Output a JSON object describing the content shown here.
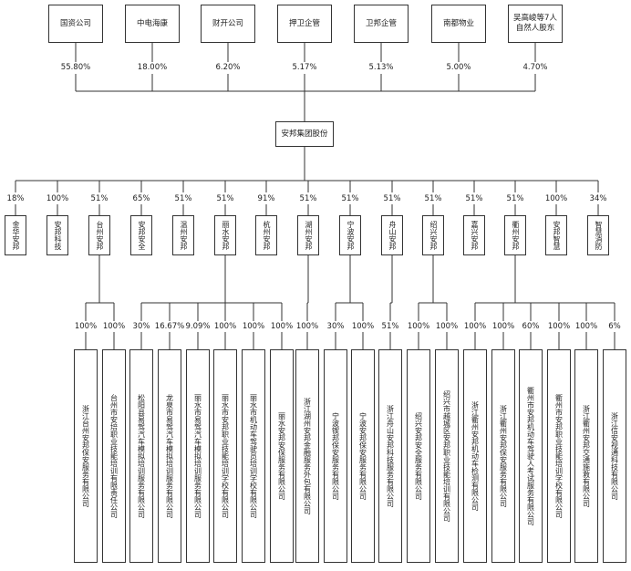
{
  "shareholders": [
    {
      "name": "国资公司",
      "pct": "55.80%"
    },
    {
      "name": "中电海康",
      "pct": "18.00%"
    },
    {
      "name": "财开公司",
      "pct": "6.20%"
    },
    {
      "name": "押卫企管",
      "pct": "5.17%"
    },
    {
      "name": "卫邦企管",
      "pct": "5.13%"
    },
    {
      "name": "南都物业",
      "pct": "5.00%"
    },
    {
      "name": "吴高峻等7人\n自然人股东",
      "pct": "4.70%"
    }
  ],
  "parent": {
    "name": "安邦集团股份"
  },
  "subsidiaries": [
    {
      "name": "金华安邦",
      "pct": "18%"
    },
    {
      "name": "安邦科技",
      "pct": "100%"
    },
    {
      "name": "台州安邦",
      "pct": "51%"
    },
    {
      "name": "安邦安全",
      "pct": "65%"
    },
    {
      "name": "温州安邦",
      "pct": "51%"
    },
    {
      "name": "丽水安邦",
      "pct": "51%"
    },
    {
      "name": "杭州安邦",
      "pct": "91%"
    },
    {
      "name": "湖州安邦",
      "pct": "51%"
    },
    {
      "name": "宁波安邦",
      "pct": "51%"
    },
    {
      "name": "舟山安邦",
      "pct": "51%"
    },
    {
      "name": "绍兴安邦",
      "pct": "51%"
    },
    {
      "name": "嘉兴安邦",
      "pct": "51%"
    },
    {
      "name": "衢州安邦",
      "pct": "51%"
    },
    {
      "name": "安邦智慧",
      "pct": "100%"
    },
    {
      "name": "智慧消防",
      "pct": "34%"
    }
  ],
  "second_level": [
    {
      "name": "浙江台州安邦保安服务有限公司",
      "pct": "100%",
      "parent": 2
    },
    {
      "name": "台州市安培职业技能培训有限责任公司",
      "pct": "100%",
      "parent": 2
    },
    {
      "name": "松阳县易驾汽车模拟培训服务有限公司",
      "pct": "30%",
      "parent": 5
    },
    {
      "name": "龙泉市易驾汽车模拟培训服务有限公司",
      "pct": "16.67%",
      "parent": 5
    },
    {
      "name": "丽水市易驾汽车模拟培训服务有限公司",
      "pct": "9.09%",
      "parent": 5
    },
    {
      "name": "丽水市安邦职业技能培训学校有限公司",
      "pct": "100%",
      "parent": 5
    },
    {
      "name": "丽水市机动车驾驶员培训学校有限公司",
      "pct": "100%",
      "parent": 5
    },
    {
      "name": "丽水安邦安保服务有限公司",
      "pct": "100%",
      "parent": 5
    },
    {
      "name": "浙江湖州安邦金融服务外包有限公司",
      "pct": "100%",
      "parent": 7
    },
    {
      "name": "宁波锲邦保安服务有限公司",
      "pct": "30%",
      "parent": 8
    },
    {
      "name": "宁波安邦保安服务有限公司",
      "pct": "100%",
      "parent": 8
    },
    {
      "name": "浙江舟山安邦科技服务有限公司",
      "pct": "51%",
      "parent": 9
    },
    {
      "name": "绍兴安邦安全服务有限公司",
      "pct": "100%",
      "parent": 10
    },
    {
      "name": "绍兴市越城区安邦职业技能培训有限公司",
      "pct": "100%",
      "parent": 10
    },
    {
      "name": "浙江衢州安邦机动车检测有限公司",
      "pct": "100%",
      "parent": 12
    },
    {
      "name": "浙江衢州安邦保安服务有限公司",
      "pct": "100%",
      "parent": 12
    },
    {
      "name": "衢州市安邦机动车驾驶人考试服务有限公司",
      "pct": "60%",
      "parent": 12
    },
    {
      "name": "衢州市安邦职业技能培训学校有限公司",
      "pct": "100%",
      "parent": 12
    },
    {
      "name": "浙江衢州安邦交通施救有限公司",
      "pct": "100%",
      "parent": 12
    },
    {
      "name": "浙江信安视通科技有限公司",
      "pct": "6%",
      "parent": 12
    }
  ]
}
